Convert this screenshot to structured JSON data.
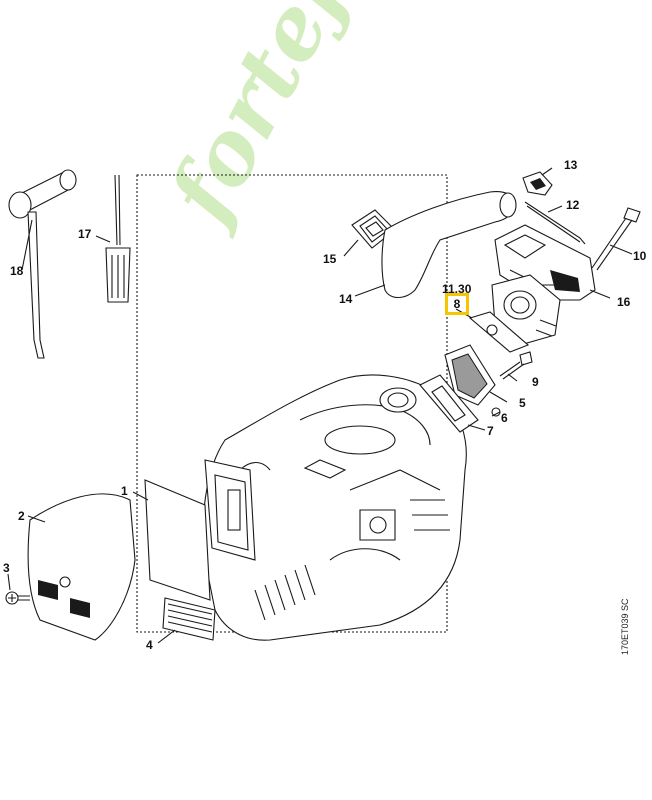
{
  "diagram": {
    "callouts": [
      {
        "id": "c1",
        "label": "1"
      },
      {
        "id": "c2",
        "label": "2"
      },
      {
        "id": "c3",
        "label": "3"
      },
      {
        "id": "c4",
        "label": "4"
      },
      {
        "id": "c5",
        "label": "5"
      },
      {
        "id": "c6",
        "label": "6"
      },
      {
        "id": "c7",
        "label": "7"
      },
      {
        "id": "c9",
        "label": "9"
      },
      {
        "id": "c10",
        "label": "10"
      },
      {
        "id": "c11_30",
        "label": "11,30"
      },
      {
        "id": "c12",
        "label": "12"
      },
      {
        "id": "c13",
        "label": "13"
      },
      {
        "id": "c14",
        "label": "14"
      },
      {
        "id": "c15",
        "label": "15"
      },
      {
        "id": "c16",
        "label": "16"
      },
      {
        "id": "c17",
        "label": "17"
      },
      {
        "id": "c18",
        "label": "18"
      }
    ],
    "highlighted_callout": {
      "label": "8",
      "color": "#f6c400"
    },
    "document_reference": "170ET039 SC",
    "watermark": "fortejardin.com"
  }
}
